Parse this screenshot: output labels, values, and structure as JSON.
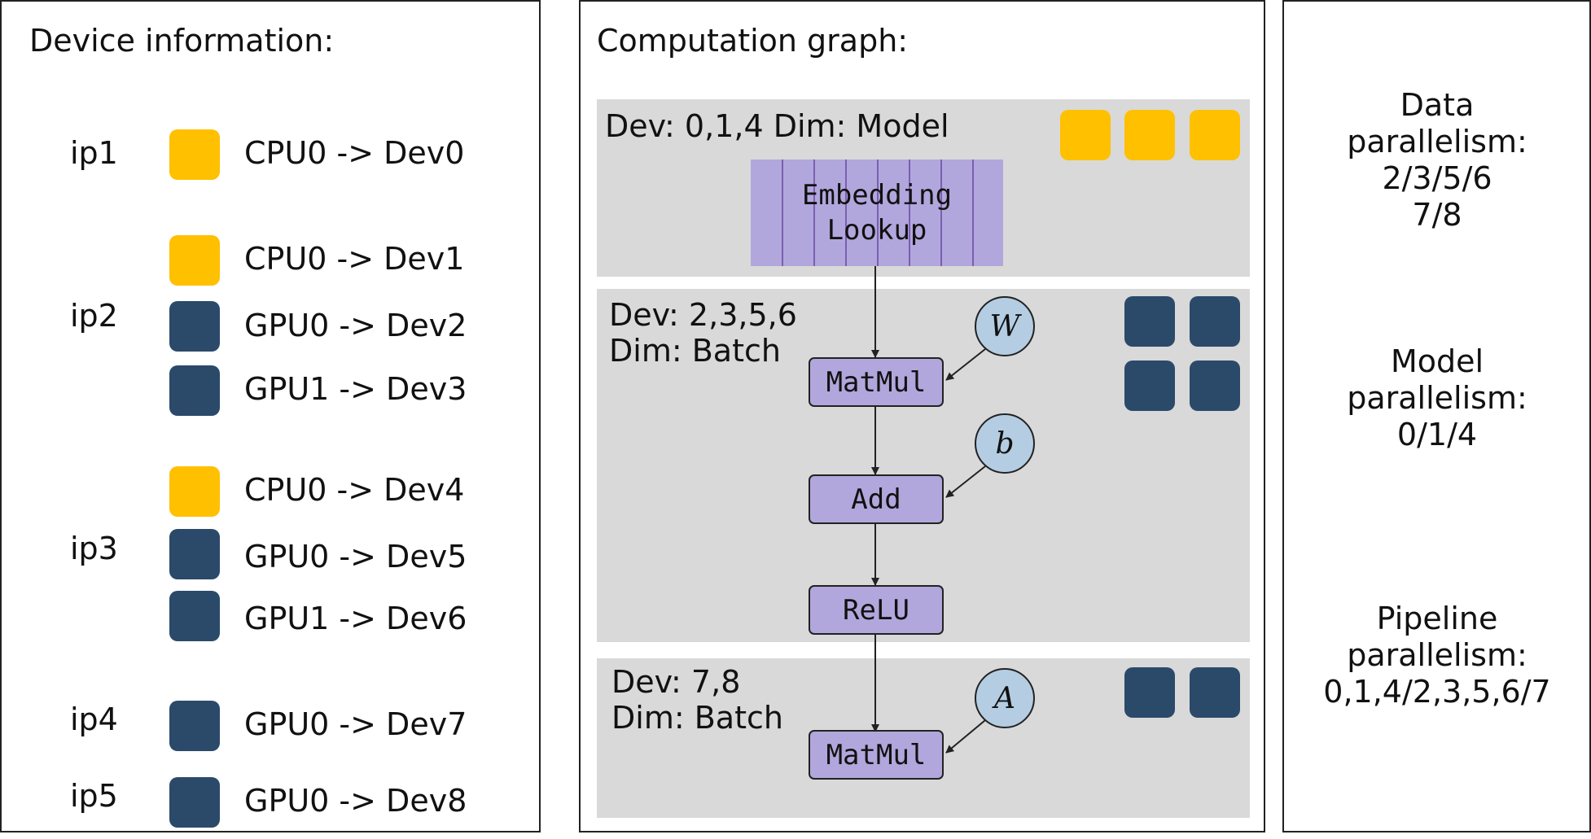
{
  "colors": {
    "cpu": "#FFC000",
    "gpu": "#2B4A6A",
    "band": "#D9D9D9",
    "node": "#B1A7DC",
    "param": "#B4CDE3"
  },
  "device_panel": {
    "title": "Device information:",
    "hosts": [
      {
        "ip": "ip1",
        "devices": [
          {
            "kind": "cpu",
            "label": "CPU0 -> Dev0"
          }
        ]
      },
      {
        "ip": "ip2",
        "devices": [
          {
            "kind": "cpu",
            "label": "CPU0 -> Dev1"
          },
          {
            "kind": "gpu",
            "label": "GPU0 -> Dev2"
          },
          {
            "kind": "gpu",
            "label": "GPU1 -> Dev3"
          }
        ]
      },
      {
        "ip": "ip3",
        "devices": [
          {
            "kind": "cpu",
            "label": "CPU0 -> Dev4"
          },
          {
            "kind": "gpu",
            "label": "GPU0 -> Dev5"
          },
          {
            "kind": "gpu",
            "label": "GPU1 -> Dev6"
          }
        ]
      },
      {
        "ip": "ip4",
        "devices": [
          {
            "kind": "gpu",
            "label": "GPU0 -> Dev7"
          }
        ]
      },
      {
        "ip": "ip5",
        "devices": [
          {
            "kind": "gpu",
            "label": "GPU0 -> Dev8"
          }
        ]
      }
    ]
  },
  "graph_panel": {
    "title": "Computation graph:",
    "stages": [
      {
        "header": "Dev: 0,1,4 Dim: Model",
        "chips": [
          "cpu",
          "cpu",
          "cpu"
        ]
      },
      {
        "header_line1": "Dev: 2,3,5,6",
        "header_line2": "Dim: Batch",
        "chips": [
          "gpu",
          "gpu",
          "gpu",
          "gpu"
        ]
      },
      {
        "header_line1": "Dev: 7,8",
        "header_line2": "Dim: Batch",
        "chips": [
          "gpu",
          "gpu"
        ]
      }
    ],
    "nodes": {
      "embedding_line1": "Embedding",
      "embedding_line2": "Lookup",
      "matmul1": "MatMul",
      "add": "Add",
      "relu": "ReLU",
      "matmul2": "MatMul"
    },
    "params": {
      "w": "W",
      "b": "b",
      "a": "A"
    }
  },
  "summary_panel": {
    "data_parallelism": [
      "Data",
      "parallelism:",
      "2/3/5/6",
      "7/8"
    ],
    "model_parallelism": [
      "Model",
      "parallelism:",
      "0/1/4"
    ],
    "pipeline_parallelism": [
      "Pipeline",
      "parallelism:",
      "0,1,4/2,3,5,6/7"
    ]
  }
}
